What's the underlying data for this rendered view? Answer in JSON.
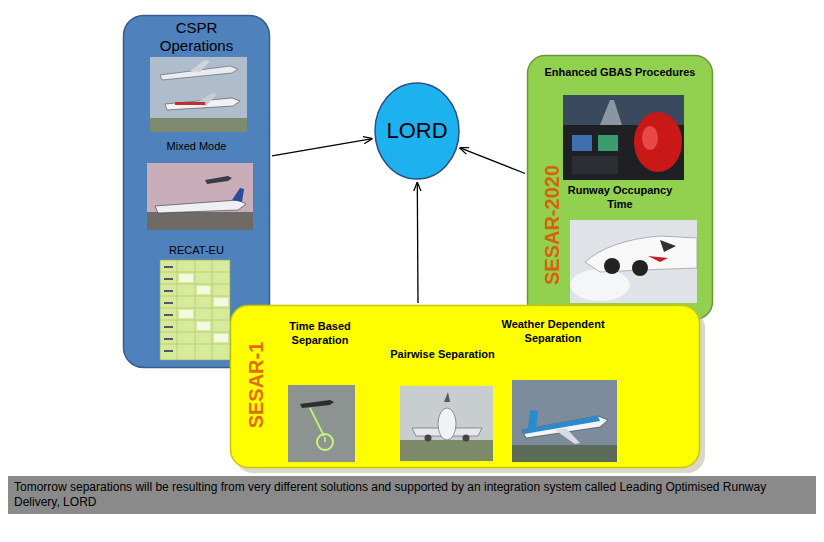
{
  "diagram": {
    "caption": "Tomorrow separations will be resulting from very different solutions and supported by an integration system called Leading  Optimised Runway Delivery, LORD",
    "nodes": [
      {
        "text": [
          "CSPR Operations",
          "Mixed Mode",
          "RECAT-EU"
        ]
      },
      {
        "text": [
          "LORD"
        ]
      },
      {
        "text": [
          "Enhanced GBAS Procedures",
          "Runway Occupancy Time",
          "SESAR-2020"
        ]
      },
      {
        "text": [
          "SESAR-1",
          "Time Based Separation",
          "Pairwise Separation",
          "Weather Dependent Separation"
        ]
      }
    ],
    "edges": [
      {
        "from": 0,
        "to": 1,
        "arrow": "to"
      },
      {
        "from": 2,
        "to": 1,
        "arrow": "to"
      },
      {
        "from": 3,
        "to": 1,
        "arrow": "to"
      }
    ]
  }
}
